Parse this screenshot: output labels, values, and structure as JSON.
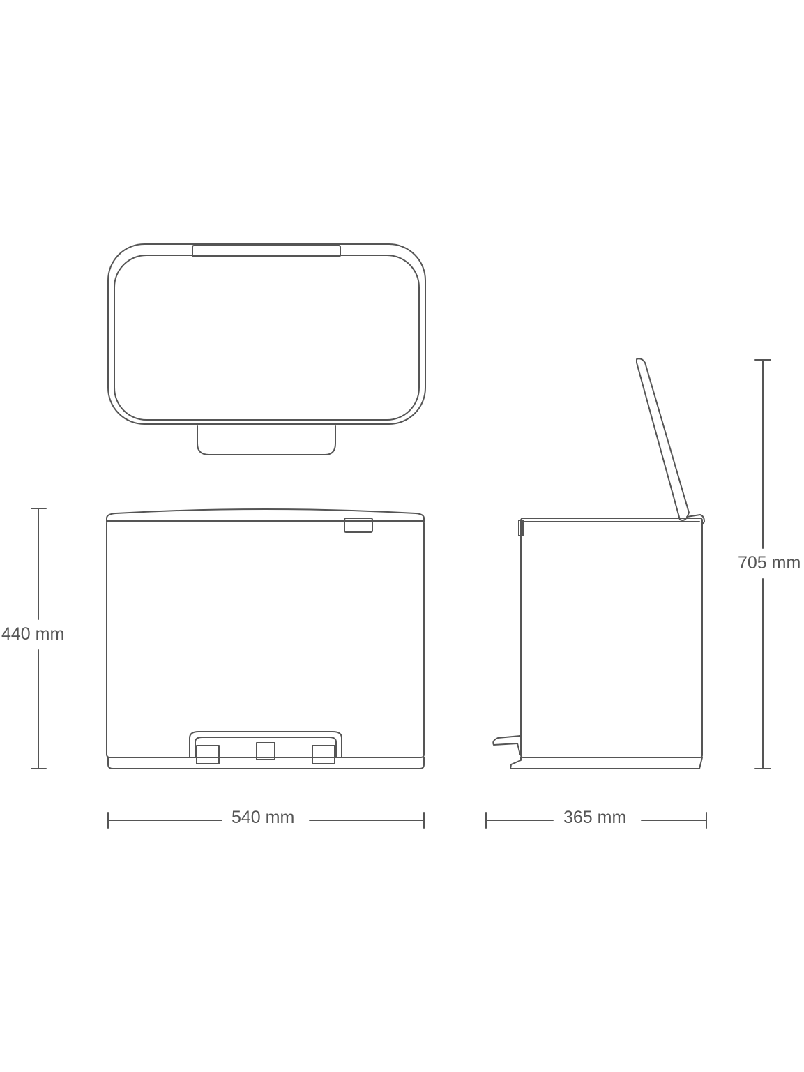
{
  "dimensions": {
    "width": "540 mm",
    "depth": "365 mm",
    "height_closed": "440 mm",
    "height_open": "705 mm"
  },
  "colors": {
    "line": "#555555",
    "background": "#ffffff"
  }
}
